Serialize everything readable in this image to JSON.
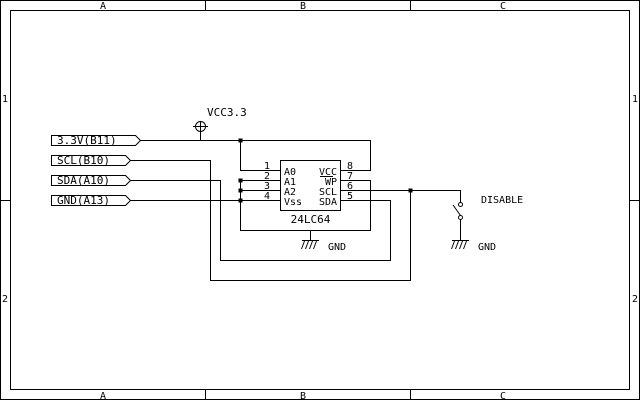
{
  "frame": {
    "columns": [
      "A",
      "B",
      "C"
    ],
    "rows": [
      "1",
      "2"
    ]
  },
  "power": {
    "vcc_label": "VCC3.3"
  },
  "ports": [
    {
      "label": "3.3V(B11)"
    },
    {
      "label": "SCL(B10)"
    },
    {
      "label": "SDA(A10)"
    },
    {
      "label": "GND(A13)"
    }
  ],
  "chip": {
    "name": "24LC64",
    "left_pin_numbers": [
      "1",
      "2",
      "3",
      "4"
    ],
    "left_pin_names": [
      "A0",
      "A1",
      "A2",
      "Vss"
    ],
    "right_pin_numbers": [
      "8",
      "7",
      "6",
      "5"
    ],
    "right_pin_names": [
      "VCC",
      "WP",
      "SCL",
      "SDA"
    ]
  },
  "ground": {
    "chip_label": "GND",
    "switch_label": "GND"
  },
  "switch": {
    "label": "DISABLE"
  }
}
